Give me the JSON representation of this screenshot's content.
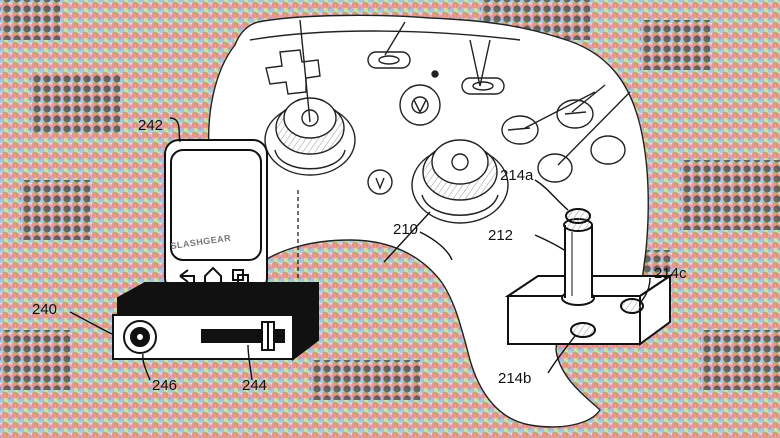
{
  "watermark": "SLASHGEAR",
  "labels": {
    "l242": "242",
    "l240": "240",
    "l246": "246",
    "l244": "244",
    "l210": "210",
    "l212": "212",
    "l214a": "214a",
    "l214b": "214b",
    "l214c": "214c"
  },
  "colors": {
    "halftone": [
      "#e8473f",
      "#f4c21e",
      "#3aa3d8",
      "#7ac943",
      "#b25bd6",
      "#ef7aa8",
      "#444444"
    ],
    "line": "#222222",
    "controller_fill": "#ffffff"
  },
  "icons": [
    "back-arrow-icon",
    "home-icon",
    "recent-apps-icon",
    "headphone-jack-icon",
    "slider-icon"
  ]
}
